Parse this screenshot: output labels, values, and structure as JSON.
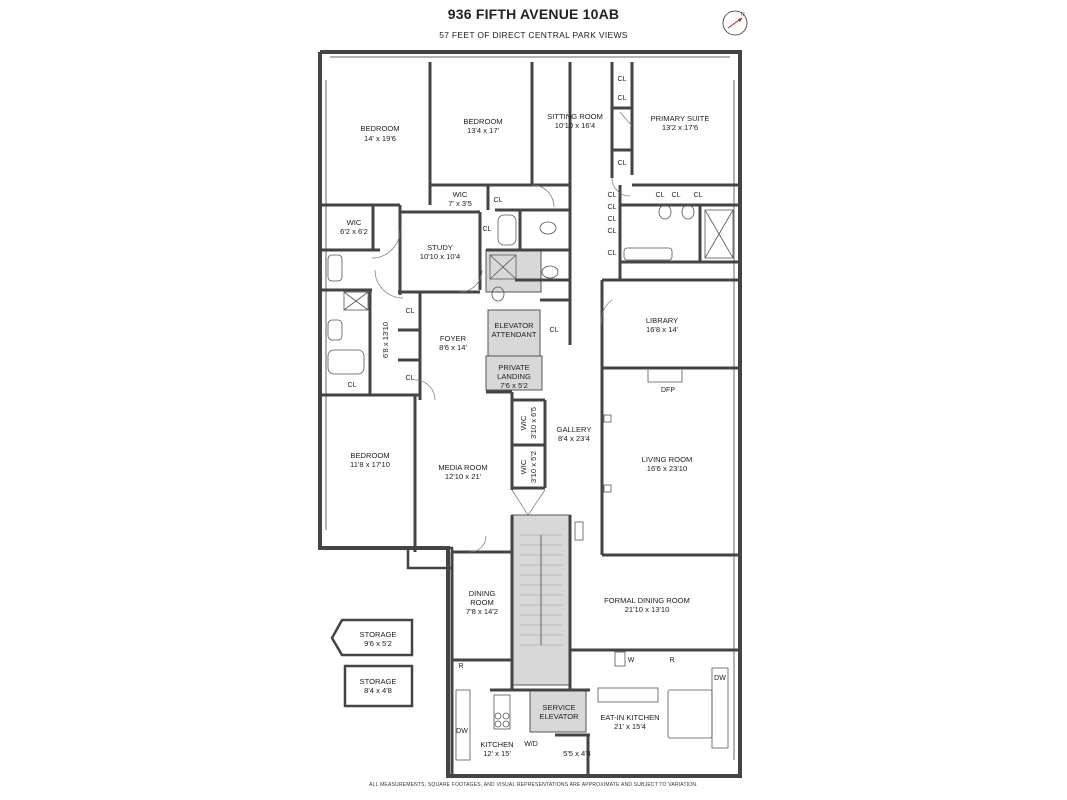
{
  "header": {
    "title": "936 FIFTH AVENUE 10AB",
    "subtitle": "57 FEET OF DIRECT CENTRAL PARK VIEWS"
  },
  "footer": {
    "disclaimer": "ALL MEASUREMENTS, SQUARE FOOTAGES, AND VISUAL REPRESENTATIONS ARE APPROXIMATE AND SUBJECT TO VARIATION."
  },
  "compass": {
    "label": "N"
  },
  "rooms": {
    "bedroom_nw": {
      "name": "BEDROOM",
      "dims": "14' x 19'6"
    },
    "bedroom_n": {
      "name": "BEDROOM",
      "dims": "13'4 x 17'"
    },
    "sitting_room": {
      "name": "SITTING ROOM",
      "dims": "10'10 x 16'4"
    },
    "primary_suite": {
      "name": "PRIMARY SUITE",
      "dims": "13'2 x 17'6"
    },
    "wic_1": {
      "name": "WIC",
      "dims": "7' x 3'5"
    },
    "wic_2": {
      "name": "WIC",
      "dims": "6'2 x 6'2"
    },
    "study": {
      "name": "STUDY",
      "dims": "10'10 x 10'4"
    },
    "hall": {
      "dims": "6'8 x 13'10"
    },
    "foyer": {
      "name": "FOYER",
      "dims": "8'6 x 14'"
    },
    "elevator_attendant": {
      "line1": "ELEVATOR",
      "line2": "ATTENDANT"
    },
    "private_landing": {
      "line1": "PRIVATE",
      "line2": "LANDING",
      "dims": "7'6 x 5'2"
    },
    "library": {
      "name": "LIBRARY",
      "dims": "16'8 x 14'"
    },
    "wic_3": {
      "name": "WIC",
      "dims": "3'10 x 6'5"
    },
    "wic_4": {
      "name": "WIC",
      "dims": "3'10 x 5'2"
    },
    "gallery": {
      "name": "GALLERY",
      "dims": "8'4 x 23'4"
    },
    "living_room": {
      "name": "LIVING ROOM",
      "dims": "16'6 x 23'10"
    },
    "bedroom_sw": {
      "name": "BEDROOM",
      "dims": "11'8 x 17'10"
    },
    "media_room": {
      "name": "MEDIA ROOM",
      "dims": "12'10 x 21'"
    },
    "dining_room": {
      "line1": "DINING",
      "line2": "ROOM",
      "dims": "7'8 x 14'2"
    },
    "formal_dining_room": {
      "name": "FORMAL DINING ROOM",
      "dims": "21'10 x 13'10"
    },
    "storage_1": {
      "name": "STORAGE",
      "dims": "9'6 x 5'2"
    },
    "storage_2": {
      "name": "STORAGE",
      "dims": "8'4 x 4'8"
    },
    "service_elevator": {
      "line1": "SERVICE",
      "line2": "ELEVATOR"
    },
    "eat_in_kitchen": {
      "name": "EAT-IN KITCHEN",
      "dims": "21' x 15'4"
    },
    "kitchen": {
      "name": "KITCHEN",
      "dims": "12' x 15'"
    },
    "pantry": {
      "dims": "5'5 x 4'4"
    }
  },
  "fixtures": {
    "closet": "CL",
    "fireplace": "DFP",
    "refrigerator": "R",
    "dishwasher": "DW",
    "washer_dryer": "W/D",
    "washer": "W"
  }
}
